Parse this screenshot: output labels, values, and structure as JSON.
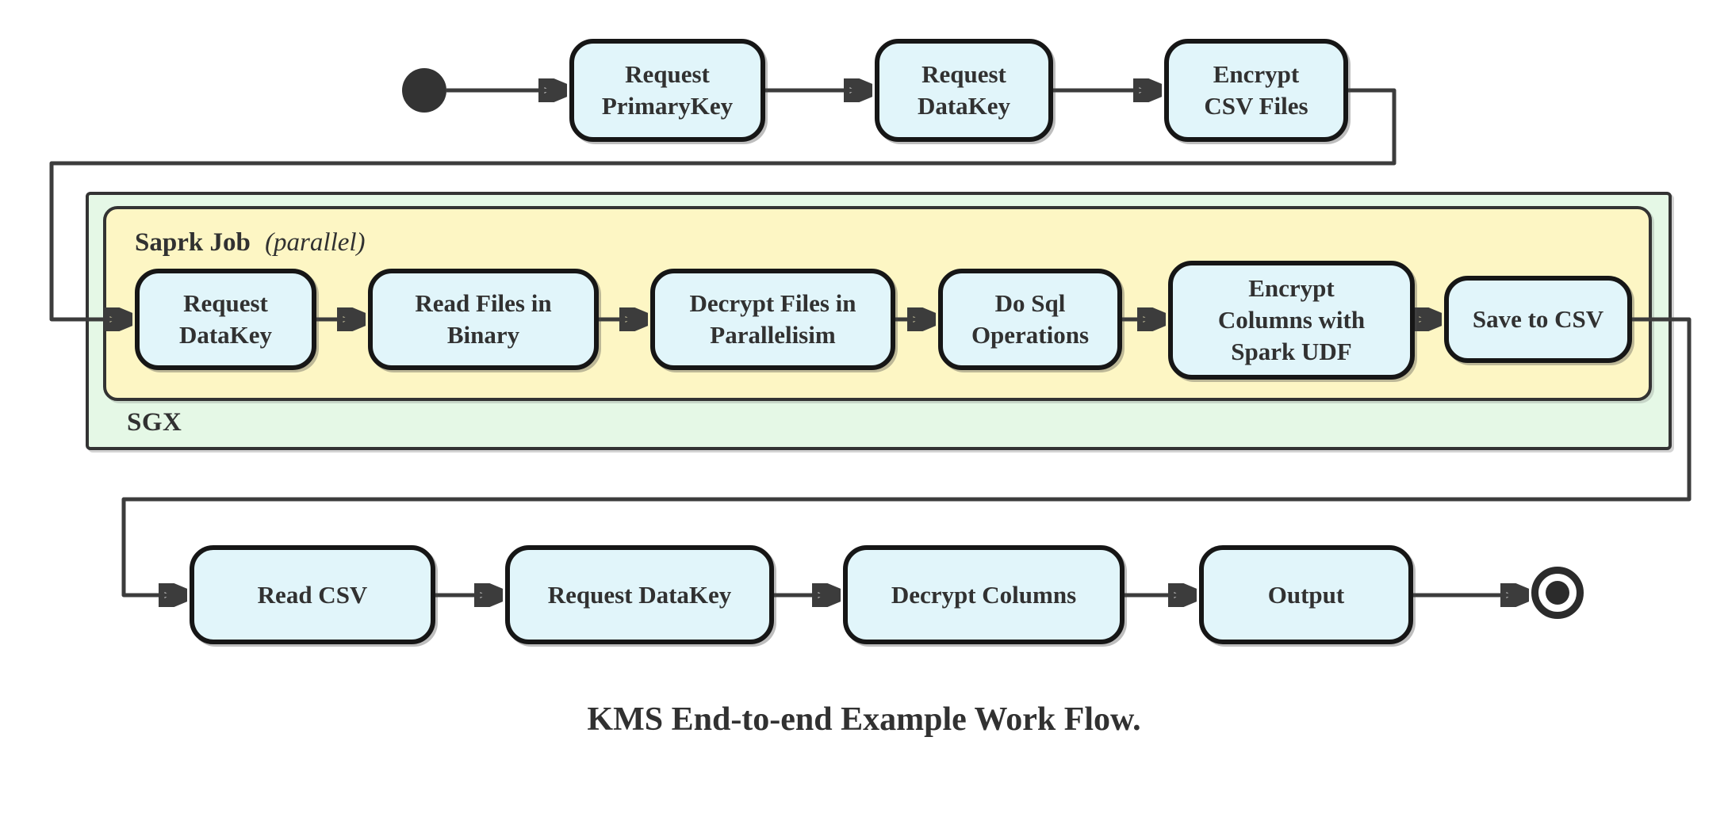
{
  "diagram": {
    "title": "KMS End-to-end Example Work Flow.",
    "type": "activity-flowchart"
  },
  "containers": {
    "sgx": {
      "label": "SGX"
    },
    "spark_job": {
      "label": "Saprk Job",
      "qualifier": "(parallel)"
    }
  },
  "flow": {
    "top": [
      {
        "label": "Request\nPrimaryKey"
      },
      {
        "label": "Request\nDataKey"
      },
      {
        "label": "Encrypt\nCSV Files"
      }
    ],
    "spark": [
      {
        "label": "Request\nDataKey"
      },
      {
        "label": "Read Files in\nBinary"
      },
      {
        "label": "Decrypt Files in\nParallelisim"
      },
      {
        "label": "Do Sql\nOperations"
      },
      {
        "label": "Encrypt\nColumns with\nSpark UDF"
      },
      {
        "label": "Save to CSV"
      }
    ],
    "bottom": [
      {
        "label": "Read CSV"
      },
      {
        "label": "Request DataKey"
      },
      {
        "label": "Decrypt Columns"
      },
      {
        "label": "Output"
      }
    ]
  },
  "icons": {
    "start": "filled-circle",
    "end": "double-circle-bullseye"
  },
  "colors": {
    "node-fill": "#e1f5fa",
    "node-border": "#161616",
    "spark-fill": "#fdf6c4",
    "sgx-fill": "#e5f8e6",
    "container-border": "#333333",
    "line-color": "#3c3c3c",
    "text-color": "#313131"
  }
}
